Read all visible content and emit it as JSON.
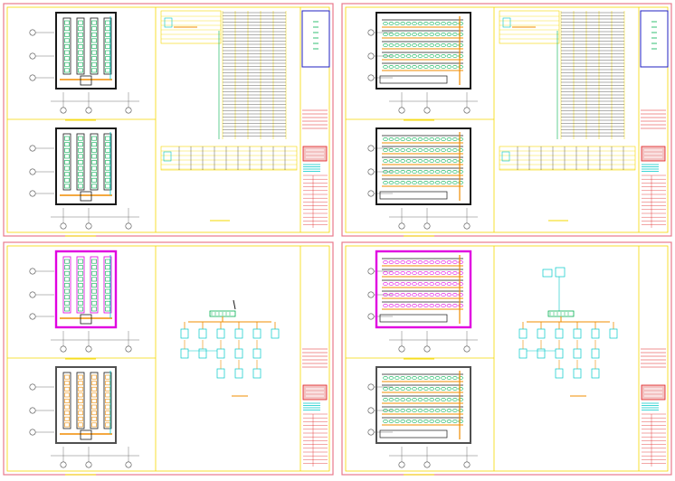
{
  "colors": {
    "background": "#ffffff",
    "sheet_border": "#e87a8c",
    "frame_yellow": "#f5d800",
    "wall_black": "#1a1a1a",
    "cabinet_green": "#00b050",
    "cabinet_cyan": "#00c8c8",
    "equipment_orange": "#f08c00",
    "wall_magenta": "#e000e0",
    "legend_blue": "#2020c0",
    "title_red": "#e02020",
    "axis_gray": "#505050"
  },
  "sheets": [
    {
      "id": "sheet-top-left",
      "plans": [
        "cabinet-layout",
        "cabinet-layout"
      ],
      "right_panel": "cable-schedule"
    },
    {
      "id": "sheet-top-right",
      "plans": [
        "rack-rows",
        "rack-rows"
      ],
      "right_panel": "cable-schedule"
    },
    {
      "id": "sheet-bottom-left",
      "plans": [
        "magenta-layout",
        "gray-layout"
      ],
      "right_panel": "system-diagram"
    },
    {
      "id": "sheet-bottom-right",
      "plans": [
        "magenta-rows",
        "gray-rows"
      ],
      "right_panel": "system-diagram"
    }
  ],
  "icons": {
    "axis_bubble": "grid-axis-bubble-icon",
    "workstation": "computer-workstation-icon",
    "device": "network-device-icon"
  }
}
